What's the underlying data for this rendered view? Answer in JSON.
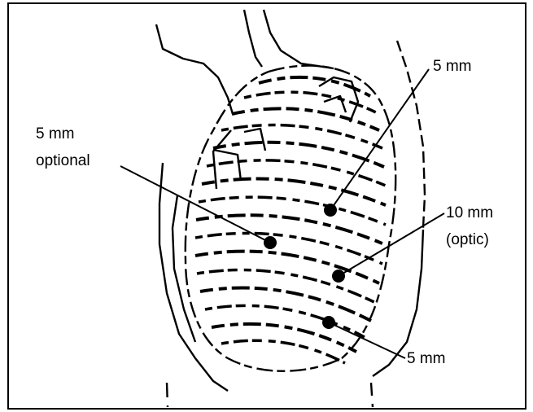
{
  "diagram": {
    "labels": {
      "top_right": "5 mm",
      "left_line1": "5 mm",
      "left_line2": "optional",
      "right_line1": "10 mm",
      "right_line2": "(optic)",
      "bottom_right": "5 mm"
    },
    "ink_color": "#000000",
    "background_color": "#ffffff"
  }
}
